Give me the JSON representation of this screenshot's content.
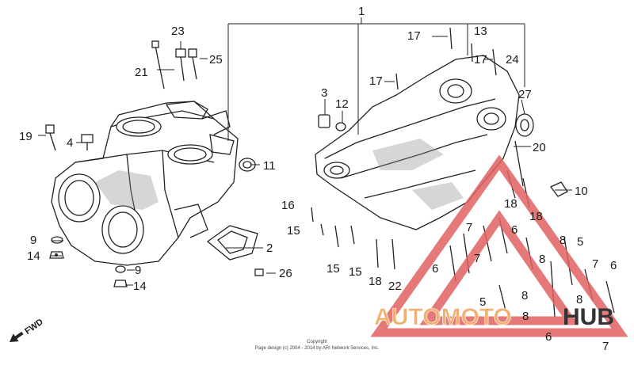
{
  "labels": [
    "1",
    "2",
    "3",
    "4",
    "5",
    "6",
    "7",
    "8",
    "9",
    "11",
    "12",
    "13",
    "14",
    "15",
    "16",
    "17",
    "18",
    "19",
    "20",
    "21",
    "22",
    "23",
    "24",
    "25",
    "26",
    "27"
  ],
  "callouts": {
    "c1": "1",
    "c2": "2",
    "c3": "3",
    "c4": "4",
    "c5a": "5",
    "c5b": "5",
    "c6a": "6",
    "c6b": "6",
    "c6c": "6",
    "c6d": "6",
    "c7a": "7",
    "c7b": "7",
    "c7c": "7",
    "c7d": "7",
    "c8a": "8",
    "c8b": "8",
    "c8c": "8",
    "c8d": "8",
    "c8e": "8",
    "c9a": "9",
    "c9b": "9",
    "c10": "10",
    "c11": "11",
    "c12": "12",
    "c13": "13",
    "c14a": "14",
    "c14b": "14",
    "c15a": "15",
    "c15b": "15",
    "c15c": "15",
    "c16": "16",
    "c17a": "17",
    "c17b": "17",
    "c17c": "17",
    "c18a": "18",
    "c18b": "18",
    "c18c": "18",
    "c19": "19",
    "c20": "20",
    "c21": "21",
    "c22": "22",
    "c23": "23",
    "c24": "24",
    "c25": "25",
    "c26": "26",
    "c27": "27"
  },
  "fwd_label": "FWD",
  "copyright": {
    "line1": "Copyright",
    "line2": "Page design (c) 2004 - 2014 by ARI Network Services, Inc."
  },
  "watermark": {
    "text_a": "AUTOMOTO",
    "text_b": "HUB",
    "color_a": "#f0b070",
    "color_b": "#333333",
    "triangle_color": "#e06060"
  }
}
